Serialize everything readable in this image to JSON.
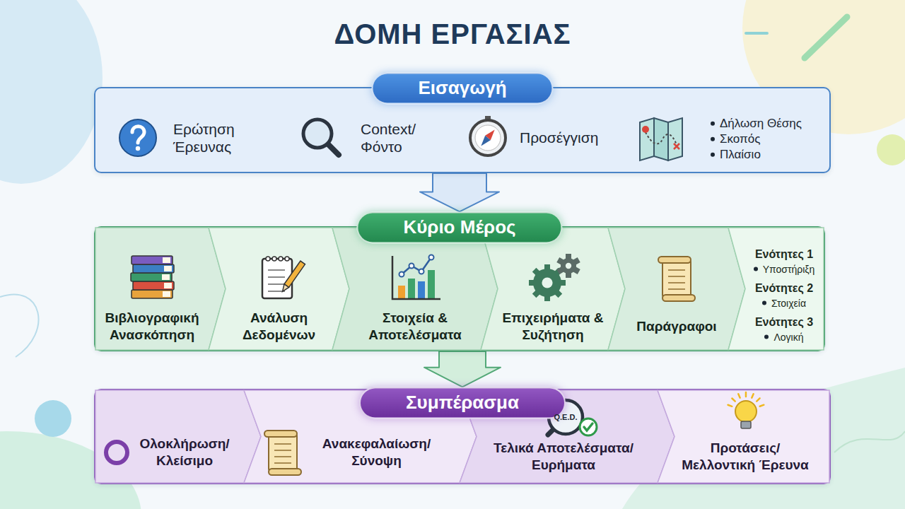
{
  "diagram": {
    "title": "ΔΟΜΗ ΕΡΓΑΣΙΑΣ",
    "nodes": [
      {
        "text": [
          "Εισαγωγή",
          "Ερώτηση Έρευνας",
          "Context/ Φόντο",
          "Προσέγγιση",
          "Δήλωση Θέσης",
          "Σκοπός",
          "Πλαίσιο"
        ]
      },
      {
        "text": [
          "Κύριο Μέρος"
        ]
      },
      {
        "text": [
          "Βιβλιογραφική Ανασκόπηση"
        ],
        "in": 1
      },
      {
        "text": [
          "Ανάλυση Δεδομένων"
        ],
        "in": 1
      },
      {
        "text": [
          "Στοιχεία & Αποτελέσματα"
        ],
        "in": 1
      },
      {
        "text": [
          "Επιχειρήματα & Συζήτηση"
        ],
        "in": 1
      },
      {
        "text": [
          "Παράγραφοι"
        ],
        "in": 1
      },
      {
        "text": [
          "Ενότητες 1",
          "Υποστήριξη",
          "Ενότητες 2",
          "Στοιχεία",
          "Ενότητες 3",
          "Λογική"
        ],
        "in": 1
      },
      {
        "text": [
          "Συμπέρασμα"
        ]
      },
      {
        "text": [
          "Ολοκλήρωση/ Κλείσιμο"
        ],
        "in": 8
      },
      {
        "text": [
          "Ανακεφαλαίωση/ Σύνοψη"
        ],
        "in": 8
      },
      {
        "text": [
          "Τελικά Αποτελέσματα/ Ευρήματα"
        ],
        "in": 8
      },
      {
        "text": [
          "Προτάσεις/ Μελλοντική Έρευνα"
        ],
        "in": 8
      }
    ],
    "edges": [
      {
        "from": 0,
        "to": 1,
        "arrow": "to"
      },
      {
        "from": 1,
        "to": 8,
        "arrow": "to"
      }
    ],
    "labels": [
      "Q.E.D."
    ]
  }
}
